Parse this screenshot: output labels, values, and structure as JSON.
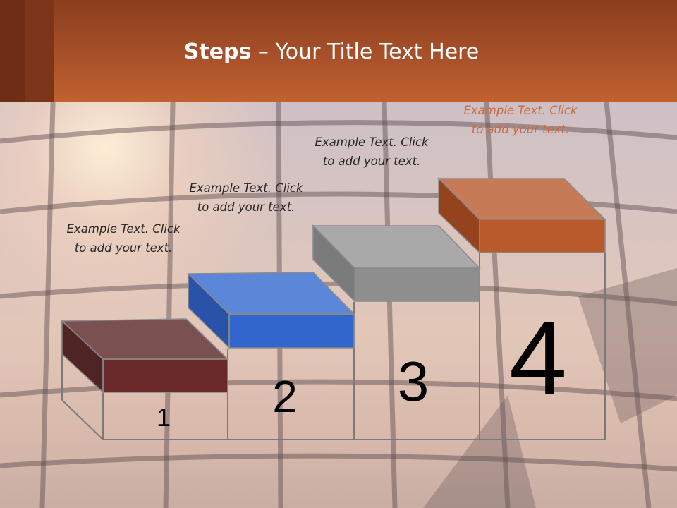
{
  "title": {
    "bold": "Steps",
    "separator": " – ",
    "text": "Your Title Text Here"
  },
  "steps": [
    {
      "number": "1",
      "caption": "Example Text. Click  to add your text.",
      "color": "#6b2a2a"
    },
    {
      "number": "2",
      "caption": "Example Text. Click  to add your text.",
      "color": "#3366cc"
    },
    {
      "number": "3",
      "caption": "Example Text. Click  to add your text.",
      "color": "#8e8e8e"
    },
    {
      "number": "4",
      "caption": "Example Text. Click  to add your text.",
      "color": "#b85a2c"
    }
  ],
  "colors": {
    "header": "#a8502a",
    "caption_highlight": "#c96b3e"
  }
}
